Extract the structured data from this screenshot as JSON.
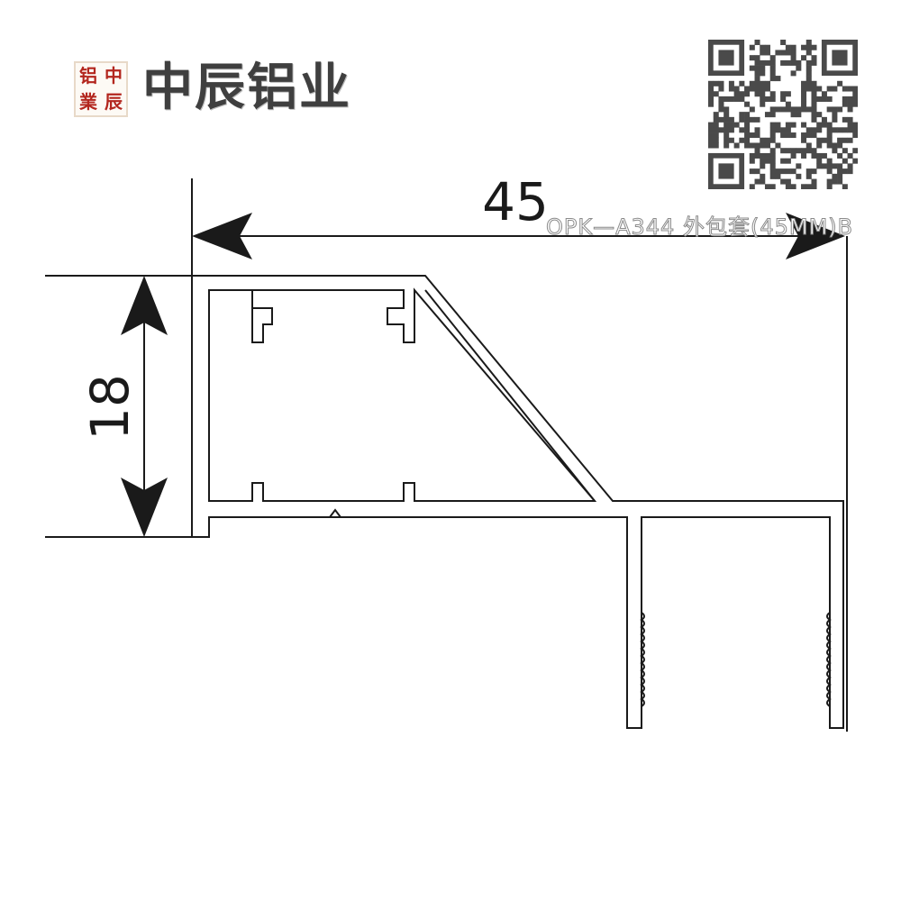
{
  "logo": {
    "seal_chars": [
      "铝",
      "中",
      "業",
      "辰"
    ],
    "brand_name": "中辰铝业"
  },
  "qr_code": {
    "icon": "qr-code-icon"
  },
  "drawing": {
    "width_dimension": "45",
    "height_dimension": "18",
    "model_label": "OPK—A344  外包套(45MM)B"
  },
  "colors": {
    "profile_line": "#1a1a1a",
    "seal_red": "#b3261e",
    "brand_text": "#3f3f3f",
    "label_outline": "#8a8a8a"
  }
}
